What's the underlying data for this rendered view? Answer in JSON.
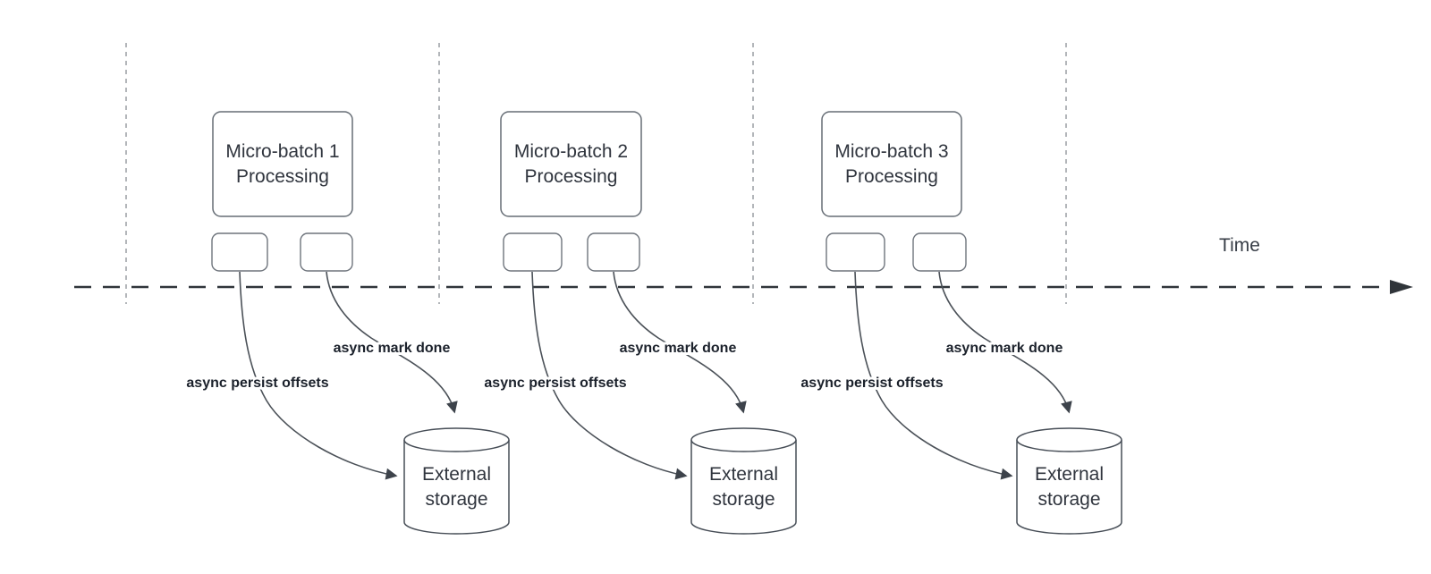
{
  "diagram": {
    "time_label": "Time",
    "groups": [
      {
        "title_line1": "Micro-batch 1",
        "title_line2": "Processing",
        "persist_arrow_label": "async persist offsets",
        "mark_done_arrow_label": "async mark done",
        "storage_line1": "External",
        "storage_line2": "storage"
      },
      {
        "title_line1": "Micro-batch 2",
        "title_line2": "Processing",
        "persist_arrow_label": "async persist offsets",
        "mark_done_arrow_label": "async mark done",
        "storage_line1": "External",
        "storage_line2": "storage"
      },
      {
        "title_line1": "Micro-batch 3",
        "title_line2": "Processing",
        "persist_arrow_label": "async persist offsets",
        "mark_done_arrow_label": "async mark done",
        "storage_line1": "External",
        "storage_line2": "storage"
      }
    ],
    "colors": {
      "background": "#ffffff",
      "timeline": "#30353a",
      "guide_line": "#b3b6ba",
      "box_border": "#666d75",
      "cylinder_border": "#474e57",
      "arrow": "#4b5158",
      "node_text": "#30353e",
      "label_text": "#1b212b"
    }
  }
}
